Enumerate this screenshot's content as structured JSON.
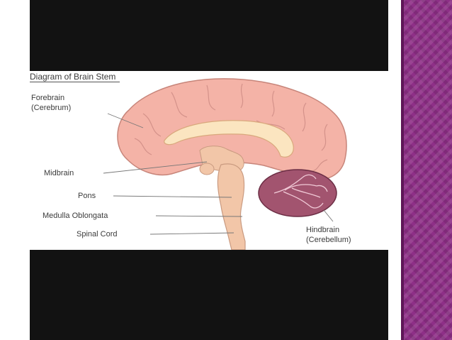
{
  "diagram": {
    "title": "Diagram of Brain Stem",
    "labels": {
      "forebrain": "Forebrain",
      "forebrain_sub": "(Cerebrum)",
      "midbrain": "Midbrain",
      "pons": "Pons",
      "medulla": "Medulla Oblongata",
      "spinal_cord": "Spinal Cord",
      "hindbrain": "Hindbrain",
      "hindbrain_sub": "(Cerebellum)"
    },
    "colors": {
      "cerebrum": "#f4b3a7",
      "cerebrum_outline": "#c7857a",
      "brainstem": "#f2c6a8",
      "corpus_callosum": "#fbe5c0",
      "cerebellum": "#a2546f",
      "cerebellum_inner": "#7a2f4f",
      "slide_accent": "#8e2f87",
      "slide_black": "#121212"
    }
  }
}
